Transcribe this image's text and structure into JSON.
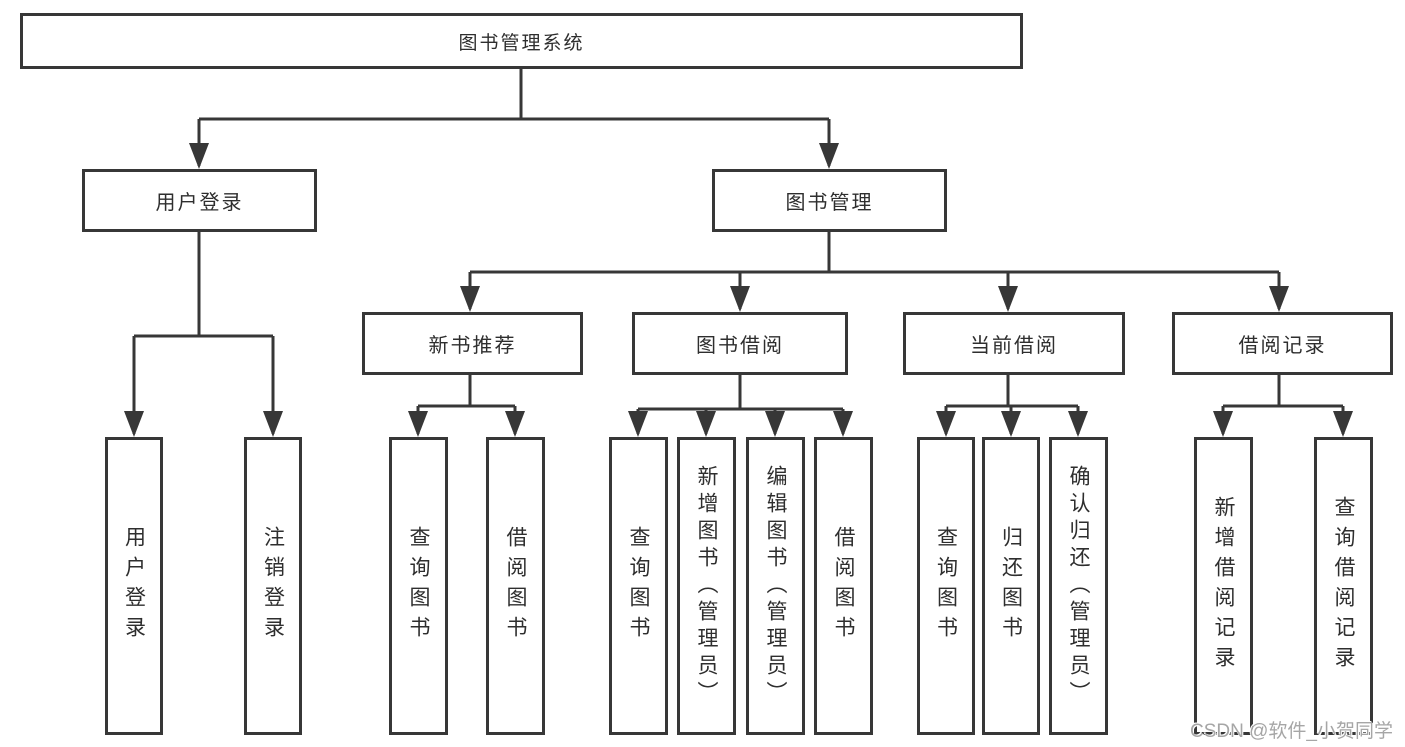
{
  "title": "图书管理系统",
  "watermark": "CSDN @软件_小贺同学",
  "colors": {
    "line": "#373737",
    "text": "#2e2e2e",
    "background": "#ffffff",
    "watermark": "#a6a6a6"
  },
  "nodes": {
    "root": {
      "label": "图书管理系统"
    },
    "user_login": {
      "label": "用户登录"
    },
    "book_mgmt": {
      "label": "图书管理"
    },
    "new_book_rec": {
      "label": "新书推荐"
    },
    "book_borrow": {
      "label": "图书借阅"
    },
    "current_borrow": {
      "label": "当前借阅"
    },
    "borrow_records": {
      "label": "借阅记录"
    },
    "leaf_user_login": {
      "label": "用户登录"
    },
    "leaf_logout": {
      "label": "注销登录"
    },
    "nbr_query_book": {
      "label": "查询图书"
    },
    "nbr_borrow_book": {
      "label": "借阅图书"
    },
    "bb_query_book": {
      "label": "查询图书"
    },
    "bb_add_book": {
      "label": "新增图书（管理员）"
    },
    "bb_edit_book": {
      "label": "编辑图书（管理员）"
    },
    "bb_borrow_book": {
      "label": "借阅图书"
    },
    "cb_query_book": {
      "label": "查询图书"
    },
    "cb_return_book": {
      "label": "归还图书"
    },
    "cb_confirm_return": {
      "label": "确认归还（管理员）"
    },
    "br_add_record": {
      "label": "新增借阅记录"
    },
    "br_query_record": {
      "label": "查询借阅记录"
    }
  },
  "edges": [
    {
      "from": "图书管理系统",
      "to": "用户登录"
    },
    {
      "from": "图书管理系统",
      "to": "图书管理"
    },
    {
      "from": "用户登录",
      "to": "用户登录"
    },
    {
      "from": "用户登录",
      "to": "注销登录"
    },
    {
      "from": "图书管理",
      "to": "新书推荐"
    },
    {
      "from": "图书管理",
      "to": "图书借阅"
    },
    {
      "from": "图书管理",
      "to": "当前借阅"
    },
    {
      "from": "图书管理",
      "to": "借阅记录"
    },
    {
      "from": "新书推荐",
      "to": "查询图书"
    },
    {
      "from": "新书推荐",
      "to": "借阅图书"
    },
    {
      "from": "图书借阅",
      "to": "查询图书"
    },
    {
      "from": "图书借阅",
      "to": "新增图书（管理员）"
    },
    {
      "from": "图书借阅",
      "to": "编辑图书（管理员）"
    },
    {
      "from": "图书借阅",
      "to": "借阅图书"
    },
    {
      "from": "当前借阅",
      "to": "查询图书"
    },
    {
      "from": "当前借阅",
      "to": "归还图书"
    },
    {
      "from": "当前借阅",
      "to": "确认归还（管理员）"
    },
    {
      "from": "借阅记录",
      "to": "新增借阅记录"
    },
    {
      "from": "借阅记录",
      "to": "查询借阅记录"
    }
  ]
}
